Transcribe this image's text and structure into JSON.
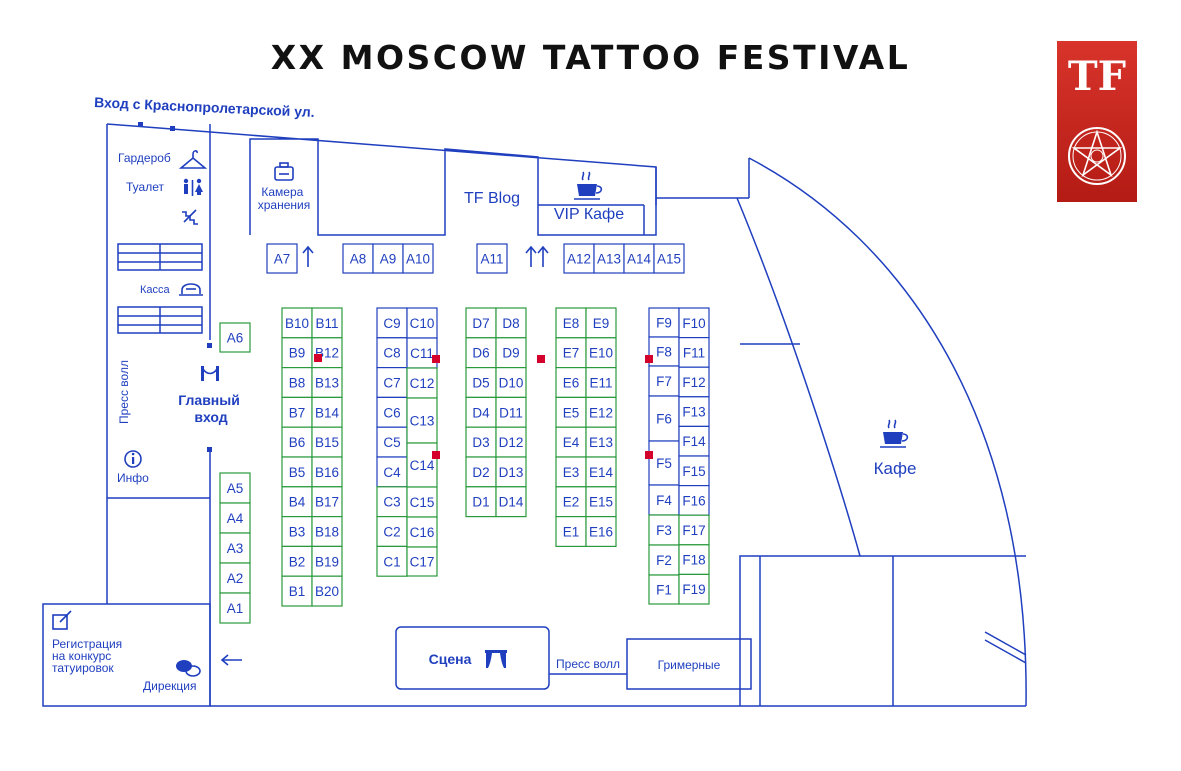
{
  "title": "XX MOSCOW TATTOO FESTIVAL",
  "logo": {
    "monogram": "TF"
  },
  "colors": {
    "wall": "#1f3fbf",
    "green_booth": "#2a9a3d",
    "marker": "#d4002b",
    "logo_red": "#c62a22"
  },
  "labels": {
    "entrance_street": "Вход с Краснопролетарской ул.",
    "wardrobe": "Гардероб",
    "toilet": "Туалет",
    "cashier": "Касса",
    "press_wall_vertical": "Пресс волл",
    "main_entrance": [
      "Главный",
      "вход"
    ],
    "info": "Инфо",
    "storage": [
      "Камера",
      "хранения"
    ],
    "tf_blog": "TF Blog",
    "vip_cafe": "VIP Кафе",
    "cafe": "Кафе",
    "registration": [
      "Регистрация",
      "на конкурс",
      "татуировок"
    ],
    "direction": "Дирекция",
    "stage": "Сцена",
    "press_wall_bottom": "Пресс волл",
    "dressing_rooms": "Гримерные"
  },
  "icons": {
    "wardrobe": "hanger-icon",
    "toilet": "restroom-icon",
    "stairs": "stairs-icon",
    "cashier": "ticket-desk-icon",
    "main_entrance": "rope-barrier-icon",
    "info": "info-icon",
    "storage": "luggage-icon",
    "vip_cafe": "coffee-cup-icon",
    "cafe": "coffee-cup-icon",
    "registration": "edit-icon",
    "direction": "chat-bubbles-icon",
    "stage": "stage-curtain-icon",
    "arrow_left": "arrow-left-icon",
    "arrow_up": "arrow-up-icon",
    "marker": "red-square-marker-icon"
  },
  "booths": {
    "top_row": [
      "A7",
      "A8",
      "A9",
      "A10",
      "A11",
      "A12",
      "A13",
      "A14",
      "A15"
    ],
    "a_left": [
      "A6",
      "A5",
      "A4",
      "A3",
      "A2",
      "A1"
    ],
    "b_left": [
      "B10",
      "B9",
      "B8",
      "B7",
      "B6",
      "B5",
      "B4",
      "B3",
      "B2",
      "B1"
    ],
    "b_right": [
      "B11",
      "B12",
      "B13",
      "B14",
      "B15",
      "B16",
      "B17",
      "B18",
      "B19",
      "B20"
    ],
    "c_left": [
      "C9",
      "C8",
      "C7",
      "C6",
      "C5",
      "C4",
      "C3",
      "C2",
      "C1"
    ],
    "c_right": [
      "C10",
      "C11",
      "C12",
      "C13",
      "C14",
      "C15",
      "C16",
      "C17"
    ],
    "d_left": [
      "D7",
      "D6",
      "D5",
      "D4",
      "D3",
      "D2",
      "D1"
    ],
    "d_right": [
      "D8",
      "D9",
      "D10",
      "D11",
      "D12",
      "D13",
      "D14"
    ],
    "e_left": [
      "E8",
      "E7",
      "E6",
      "E5",
      "E4",
      "E3",
      "E2",
      "E1"
    ],
    "e_right": [
      "E9",
      "E10",
      "E11",
      "E12",
      "E13",
      "E14",
      "E15",
      "E16"
    ],
    "f_left": [
      "F9",
      "F8",
      "F7",
      "F6",
      "F5",
      "F4",
      "F3",
      "F2",
      "F1"
    ],
    "f_right": [
      "F10",
      "F11",
      "F12",
      "F13",
      "F14",
      "F15",
      "F16",
      "F17",
      "F18",
      "F19"
    ]
  }
}
